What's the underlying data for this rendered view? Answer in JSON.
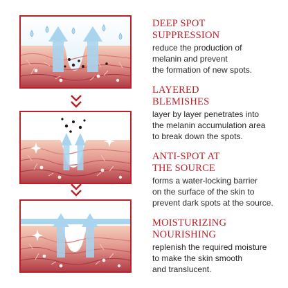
{
  "colors": {
    "accent": "#b8202a",
    "skin_top": "#f3c7b4",
    "skin_deep": "#b6414a",
    "arrow": "#a8d4ee",
    "text": "#262626"
  },
  "steps": [
    {
      "title_line1": "DEEP SPOT",
      "title_line2": "SUPPRESSION",
      "desc_line1": "reduce the production of",
      "desc_line2": "melanin and prevent",
      "desc_line3": "the formation of new spots."
    },
    {
      "title_line1": "LAYERED",
      "title_line2": "BLEMISHES",
      "desc_line1": "layer by layer penetrates into",
      "desc_line2": "the melanin accumulation area",
      "desc_line3": "to break down the spots."
    },
    {
      "title_line1": "ANTI-SPOT AT",
      "title_line2": "THE SOURCE",
      "desc_line1": "forms a water-locking barrier",
      "desc_line2": "on the surface of the skin to",
      "desc_line3": "prevent dark spots at the source."
    },
    {
      "title_line1": "MOISTURIZING",
      "title_line2": "NOURISHING",
      "desc_line1": "replenish the required moisture",
      "desc_line2": "to make the skin smooth",
      "desc_line3": "and translucent."
    }
  ],
  "icons": {
    "step_arrow": "double-chevron-down-icon",
    "droplet": "water-droplet-icon",
    "spot": "dark-spot-icon",
    "sparkle": "sparkle-icon"
  }
}
